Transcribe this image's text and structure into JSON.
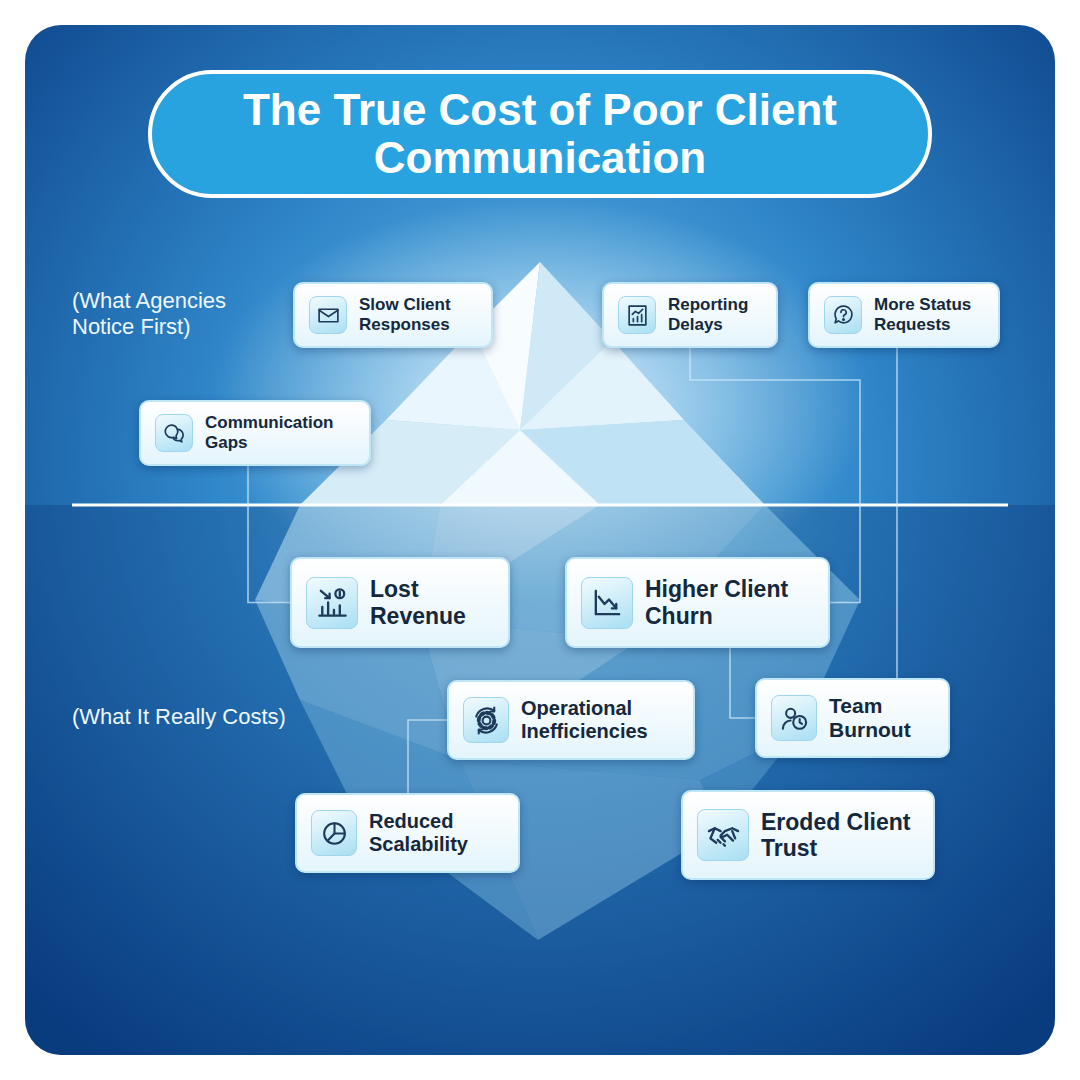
{
  "diagram": {
    "title": "The True Cost of Poor Client Communication",
    "nodes": [
      {
        "text": [
          "Slow Client Responses"
        ]
      },
      {
        "text": [
          "Reporting Delays"
        ]
      },
      {
        "text": [
          "More Status Requests"
        ]
      },
      {
        "text": [
          "Communication Gaps"
        ]
      },
      {
        "text": [
          "Lost Revenue"
        ]
      },
      {
        "text": [
          "Higher Client Churn"
        ]
      },
      {
        "text": [
          "Operational Inefficiencies"
        ]
      },
      {
        "text": [
          "Team Burnout"
        ]
      },
      {
        "text": [
          "Reduced Scalability"
        ]
      },
      {
        "text": [
          "Eroded Client Trust"
        ]
      }
    ],
    "edges": [
      {
        "from": 3,
        "to": 4,
        "arrow": "none"
      },
      {
        "from": 1,
        "to": 5,
        "arrow": "none"
      },
      {
        "from": 2,
        "to": 7,
        "arrow": "none"
      },
      {
        "from": 5,
        "to": 7,
        "arrow": "none"
      },
      {
        "from": 6,
        "to": 8,
        "arrow": "none"
      }
    ],
    "labels": [
      "(What Agencies Notice First)",
      "(What It Really Costs)"
    ]
  }
}
